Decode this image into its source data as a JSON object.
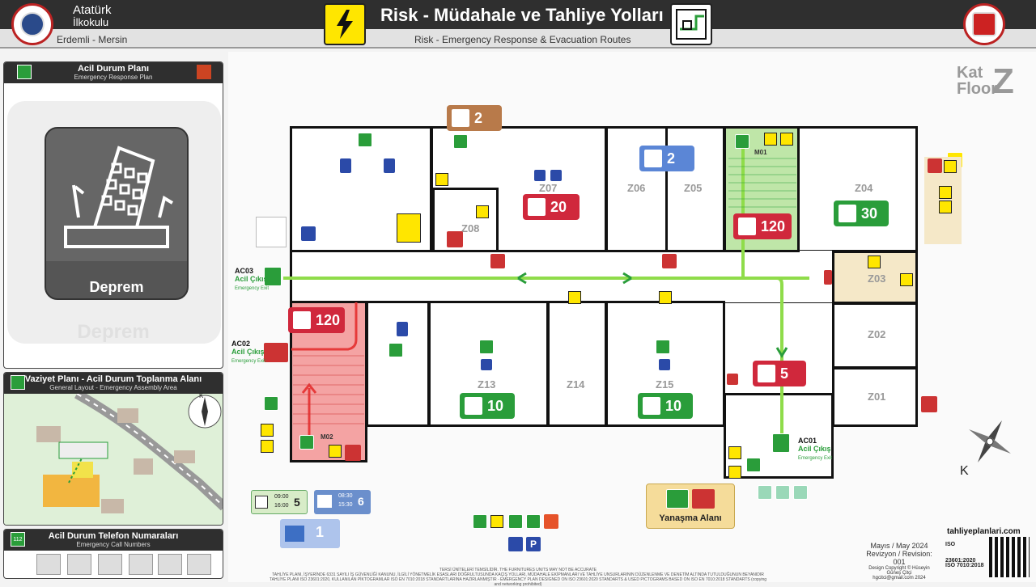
{
  "header": {
    "school_name_1": "Atatürk",
    "school_name_2": "İlkokulu",
    "location": "Erdemli - Mersin",
    "title_tr": "Risk - Müdahale ve Tahliye Yolları",
    "title_en": "Risk - Emergency Response & Evacuation Routes"
  },
  "emergency_plan": {
    "title_tr": "Acil Durum Planı",
    "title_en": "Emergency Response Plan",
    "selected": "Deprem",
    "ghost": "Deprem"
  },
  "layout_panel": {
    "title_tr": "Vaziyet Planı - Acil Durum Toplanma Alanı",
    "title_en": "General Layout - Emergency Assembly Area",
    "compass": "K"
  },
  "phone_panel": {
    "title_tr": "Acil Durum Telefon Numaraları",
    "title_en": "Emergency Call Numbers",
    "badge": "112"
  },
  "floor": {
    "kat": "Kat",
    "floor": "Floor",
    "letter": "Z"
  },
  "rooms": {
    "z01": "Z01",
    "z02": "Z02",
    "z03": "Z03",
    "z04": "Z04",
    "z05": "Z05",
    "z06": "Z06",
    "z07": "Z07",
    "z08": "Z08",
    "z13": "Z13",
    "z14": "Z14",
    "z15": "Z15",
    "m01": "M01",
    "m02": "M02"
  },
  "capacities": {
    "top": "2",
    "z06": "2",
    "z07": "20",
    "stair_m01": "120",
    "z04": "30",
    "stair_m02": "120",
    "z13": "10",
    "z15": "10",
    "meeting": "5"
  },
  "exits": {
    "ac01": {
      "code": "AC01",
      "tr": "Acil Çıkış",
      "en": "Emergency Exit"
    },
    "ac02": {
      "code": "AC02",
      "tr": "Acil Çıkış",
      "en": "Emergency Exit"
    },
    "ac03": {
      "code": "AC03",
      "tr": "Acil Çıkış",
      "en": "Emergency Exit"
    }
  },
  "legend": {
    "hours_1": "09:00",
    "hours_2": "16:00",
    "count_5": "5",
    "bus_1": "08:30",
    "bus_2": "15:30",
    "count_6": "6",
    "count_1": "1",
    "docking": "Yanaşma Alanı",
    "compass": "K"
  },
  "footer": {
    "date": "Mayıs / May 2024",
    "revision": "Revizyon / Revision: 001",
    "copyright": "Design Copyright © Hüseyin Güneş Çitçi",
    "email": "hgcitci@gmail.com 2024",
    "site": "tahliyeplanlari.com",
    "std_1": "23601:2020",
    "std_2": "7010:2018",
    "line_1": "TERSİ ÜNİTELERİ TEMSİLİDİR. THE FURNITURES UNITS MAY NOT BE ACCURATE",
    "line_2": "TAHLİYE PLANI, İŞYERİNDE 6331 SAYILI İŞ GÜVENLİĞİ KANUNU, İLGİLİ YÖNETMELİK ESASLARI DOĞRULTUSUNDA KAÇIŞ YOLLARI, MÜDAHALE EKİPMANLARI VE TAHLİYE UNSURLARININ DÜZENLENME VE DENETİM ALTINDA TUTULDUĞUNUN BEYANIDIR",
    "line_3": "TAHLİYE PLANI ISO 23601:2020, KULLANILAN PİKTOGRAMLAR ISO EN 7010:2018 STANDARTLARINA HAZIRLANMIŞTIR - EMERGENCY PLAN DESIGNED ON ISO 23601:2020 STANDARTS & USED PICTOGRAMS BASED ON ISO EN 7010:2018 STANDARTS (copying and networking prohibited)"
  },
  "colors": {
    "green": "#2a9d3a",
    "red": "#d0283c",
    "blue": "#2b4aa8",
    "yellow": "#ffe600",
    "route": "#8fdc4a"
  }
}
